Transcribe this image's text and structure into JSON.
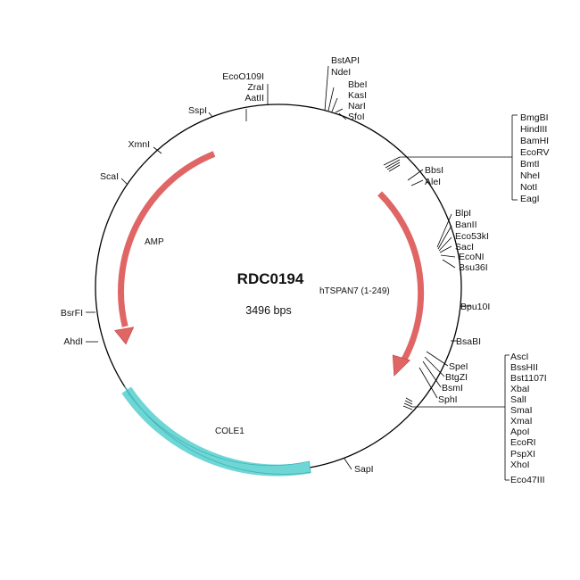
{
  "plasmid": {
    "name": "RDC0194",
    "size_label": "3496 bps",
    "total_bp": 3496
  },
  "colors": {
    "backbone": "#000000",
    "arrow_feature": "#e06666",
    "arrow_feature_stroke": "#c94848",
    "ori_feature": "#6fd6d6",
    "ori_feature_stroke": "#3fb4b4"
  },
  "features": [
    {
      "id": "amp",
      "label": "AMP",
      "type": "arrow",
      "direction": "counterclockwise"
    },
    {
      "id": "htspan7",
      "label": "hTSPAN7 (1-249)",
      "type": "arrow",
      "direction": "clockwise"
    },
    {
      "id": "cole1",
      "label": "COLE1",
      "type": "band"
    }
  ],
  "site_groups": [
    {
      "id": "ecoo109i-group",
      "sites": [
        "EcoO109I",
        "ZraI",
        "AatII"
      ]
    },
    {
      "id": "bstapi-group",
      "sites": [
        "BstAPI",
        "NdeI"
      ]
    },
    {
      "id": "bbei-group",
      "sites": [
        "BbeI",
        "KasI",
        "NarI",
        "SfoI"
      ]
    },
    {
      "id": "bmgbi-group",
      "sites": [
        "BmgBI",
        "HindIII",
        "BamHI",
        "EcoRV",
        "BmtI",
        "NheI",
        "NotI",
        "EagI"
      ]
    },
    {
      "id": "bbsi-group",
      "sites": [
        "BbsI",
        "AleI"
      ]
    },
    {
      "id": "blpi-group",
      "sites": [
        "BlpI",
        "BanII",
        "Eco53kI",
        "SacI",
        "EcoNI",
        "Bsu36I"
      ]
    },
    {
      "id": "bpu10i-group",
      "sites": [
        "Bpu10I"
      ]
    },
    {
      "id": "bsabi-group",
      "sites": [
        "BsaBI"
      ]
    },
    {
      "id": "spei-group",
      "sites": [
        "SpeI",
        "BtgZI",
        "BsmI",
        "SphI"
      ]
    },
    {
      "id": "asci-group",
      "sites": [
        "AscI",
        "BssHII",
        "Bst1107I",
        "XbaI",
        "SalI",
        "SmaI",
        "XmaI",
        "ApoI",
        "EcoRI",
        "PspXI",
        "XhoI",
        "Eco47III"
      ]
    },
    {
      "id": "sapi-group",
      "sites": [
        "SapI"
      ]
    },
    {
      "id": "ahdi-group",
      "sites": [
        "AhdI"
      ]
    },
    {
      "id": "bsrfi-group",
      "sites": [
        "BsrFI"
      ]
    },
    {
      "id": "scai-group",
      "sites": [
        "ScaI"
      ]
    },
    {
      "id": "xmni-group",
      "sites": [
        "XmnI"
      ]
    },
    {
      "id": "sspi-group",
      "sites": [
        "SspI"
      ]
    }
  ]
}
